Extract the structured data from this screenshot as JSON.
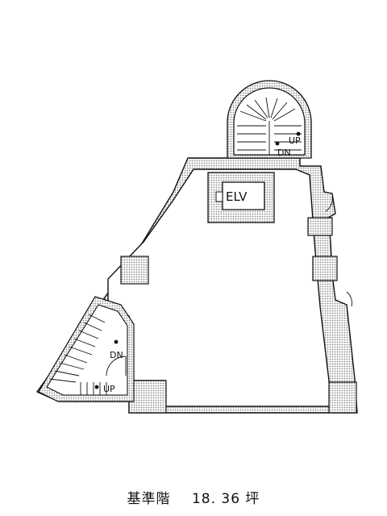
{
  "labels": {
    "elevator": "ELV",
    "up_top": "UP",
    "dn_top": "DN",
    "dn_left": "DN",
    "up_left": "UP"
  },
  "caption": {
    "floor": "基準階",
    "area": "18. 36 坪"
  },
  "colors": {
    "wall": "#111111",
    "hatch": "#8a8a8a",
    "background": "#ffffff"
  }
}
